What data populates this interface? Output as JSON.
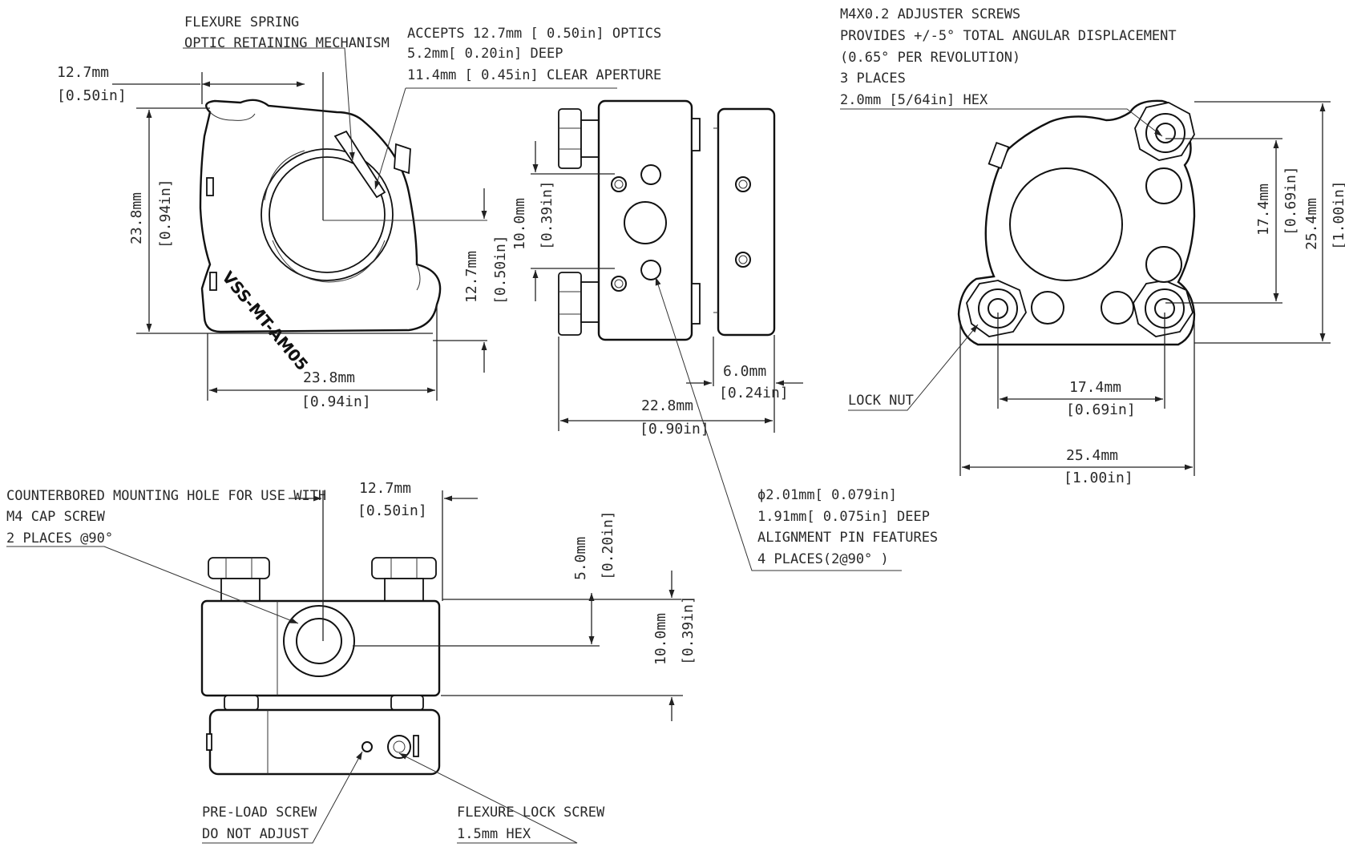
{
  "notes": {
    "flexure_spring": [
      "FLEXURE SPRING",
      "OPTIC RETAINING MECHANISM"
    ],
    "optics": [
      "ACCEPTS 12.7mm [ 0.50in] OPTICS",
      "5.2mm[ 0.20in] DEEP",
      "11.4mm [ 0.45in] CLEAR APERTURE"
    ],
    "adjusters": [
      "M4X0.2  ADJUSTER SCREWS",
      "PROVIDES +/-5°  TOTAL ANGULAR DISPLACEMENT",
      "(0.65°  PER REVOLUTION)",
      "3 PLACES",
      "2.0mm [5/64in] HEX"
    ],
    "lock_nut": "LOCK NUT",
    "counterbore": [
      "COUNTERBORED MOUNTING HOLE FOR USE WITH",
      "M4 CAP SCREW",
      "2 PLACES @90°"
    ],
    "alignment_pin": [
      "ϕ2.01mm[ 0.079in]",
      " 1.91mm[ 0.075in] DEEP",
      "ALIGNMENT PIN FEATURES",
      "4 PLACES(2@90°  )"
    ],
    "preload": [
      "PRE-LOAD SCREW",
      "DO NOT ADJUST"
    ],
    "flexure_lock": [
      "FLEXURE LOCK SCREW",
      "1.5mm HEX"
    ]
  },
  "part_label": "VSS-MT-AM05",
  "dims": {
    "front_top": [
      "12.7mm",
      "[0.50in]"
    ],
    "front_height": [
      "23.8mm",
      "[0.94in]"
    ],
    "front_width": [
      "23.8mm",
      "[0.94in]"
    ],
    "front_center": [
      "12.7mm",
      "[0.50in]"
    ],
    "side_holes": [
      "10.0mm",
      "[0.39in]"
    ],
    "side_depth": [
      "6.0mm",
      "[0.24in]"
    ],
    "side_width": [
      "22.8mm",
      "[0.90in]"
    ],
    "back_vert_small": [
      "17.4mm",
      "[0.69in]"
    ],
    "back_vert_big": [
      "25.4mm",
      "[1.00in]"
    ],
    "back_horiz_small": [
      "17.4mm",
      "[0.69in]"
    ],
    "back_horiz_big": [
      "25.4mm",
      "[1.00in]"
    ],
    "bottom_top": [
      "12.7mm",
      "[0.50in]"
    ],
    "bottom_small": [
      "5.0mm",
      "[0.20in]"
    ],
    "bottom_big": [
      "10.0mm",
      "[0.39in]"
    ]
  }
}
